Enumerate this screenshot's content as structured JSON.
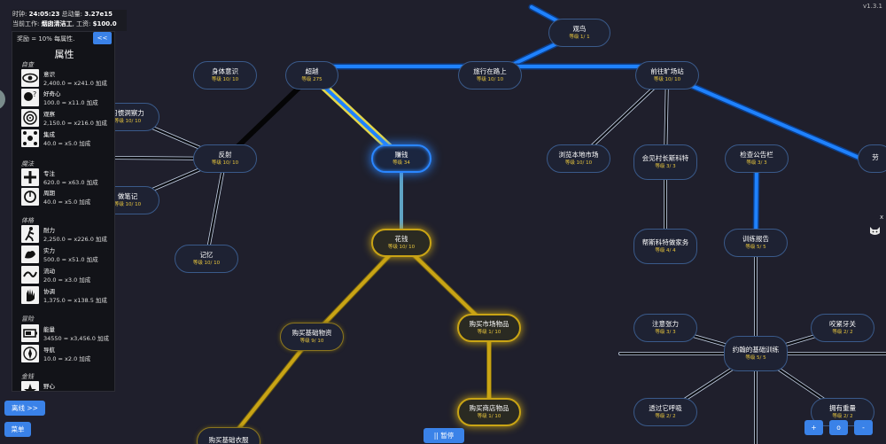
{
  "version": "v1.3.1",
  "header": {
    "time_label": "时钟:",
    "time_value": "24:05:23",
    "total_label": "总动量:",
    "total_value": "3.27e15",
    "job_label": "当前工作:",
    "job_value": "烟囱清洁工",
    "wage_label": "工资:",
    "wage_value": "$100.0"
  },
  "panel": {
    "bonus_text": "奖励 = 10% 每属性.",
    "collapse_label": "<<",
    "title": "属性",
    "categories": [
      {
        "label": "自查"
      },
      {
        "label": "魔法"
      },
      {
        "label": "体格"
      },
      {
        "label": "冒险"
      },
      {
        "label": "金钱"
      }
    ],
    "attributes": [
      {
        "name": "意识",
        "value": "2,400.0 = x241.0 加成",
        "icon": "eye-icon"
      },
      {
        "name": "好奇心",
        "value": "100.0 = x11.0 加成",
        "icon": "question-head-icon"
      },
      {
        "name": "观察",
        "value": "2,150.0 = x216.0 加成",
        "icon": "target-icon"
      },
      {
        "name": "集成",
        "value": "40.0 = x5.0 加成",
        "icon": "integration-icon"
      },
      {
        "name": "专注",
        "value": "620.0 = x63.0 加成",
        "icon": "focus-icon"
      },
      {
        "name": "周期",
        "value": "40.0 = x5.0 加成",
        "icon": "cycle-icon"
      },
      {
        "name": "耐力",
        "value": "2,250.0 = x226.0 加成",
        "icon": "runner-icon"
      },
      {
        "name": "实力",
        "value": "500.0 = x51.0 加成",
        "icon": "muscle-icon"
      },
      {
        "name": "流动",
        "value": "20.0 = x3.0 加成",
        "icon": "wave-icon"
      },
      {
        "name": "协调",
        "value": "1,375.0 = x138.5 加成",
        "icon": "hand-icon"
      },
      {
        "name": "能量",
        "value": "34550 = x3,456.0 加成",
        "icon": "battery-icon"
      },
      {
        "name": "导航",
        "value": "10.0 = x2.0 加成",
        "icon": "compass-icon"
      },
      {
        "name": "野心",
        "value": "",
        "icon": "ambition-icon"
      }
    ]
  },
  "nodes": [
    {
      "id": "guanniao",
      "name": "观鸟",
      "level": "等级 1/ 1"
    },
    {
      "id": "shenti",
      "name": "身体意识",
      "level": "等级 10/ 10"
    },
    {
      "id": "chaoyue",
      "name": "超越",
      "level": "等级 275"
    },
    {
      "id": "lvxing",
      "name": "旅行在路上",
      "level": "等级 10/ 10"
    },
    {
      "id": "qianwang",
      "name": "前往旷场站",
      "level": "等级 10/ 10"
    },
    {
      "id": "xiguan",
      "name": "习惯洞察力",
      "level": "等级 10/ 10"
    },
    {
      "id": "fanshe",
      "name": "反射",
      "level": "等级 10/ 10"
    },
    {
      "id": "zhuanqian",
      "name": "赚钱",
      "level": "等级 34"
    },
    {
      "id": "liulan",
      "name": "浏览本地市场",
      "level": "等级 10/ 10"
    },
    {
      "id": "huijian",
      "name": "会见村长斯科特",
      "level": "等级 3/ 3"
    },
    {
      "id": "jiancha",
      "name": "检查公告栏",
      "level": "等级 3/ 3"
    },
    {
      "id": "laodong",
      "name": "劳",
      "level": ""
    },
    {
      "id": "zuobiji",
      "name": "做笔记",
      "level": "等级 10/ 10"
    },
    {
      "id": "huaqian",
      "name": "花钱",
      "level": "等级 10/ 10"
    },
    {
      "id": "bangsi",
      "name": "帮斯科特做家务",
      "level": "等级 4/ 4"
    },
    {
      "id": "xunlian",
      "name": "训练报告",
      "level": "等级 5/ 5"
    },
    {
      "id": "jiyi",
      "name": "记忆",
      "level": "等级 10/ 10"
    },
    {
      "id": "goumai",
      "name": "购买基础物资",
      "level": "等级 9/ 10"
    },
    {
      "id": "shichang",
      "name": "购买市场物品",
      "level": "等级 1/ 10"
    },
    {
      "id": "zhuyi",
      "name": "注意张力",
      "level": "等级 3/ 3"
    },
    {
      "id": "yuehan",
      "name": "约翰的基础训练",
      "level": "等级 5/ 5"
    },
    {
      "id": "yaojin",
      "name": "咬紧牙关",
      "level": "等级 2/ 2"
    },
    {
      "id": "shangdian",
      "name": "购买商店物品",
      "level": "等级 1/ 10"
    },
    {
      "id": "toutou",
      "name": "透过它呼吸",
      "level": "等级 2/ 2"
    },
    {
      "id": "yongyou",
      "name": "拥有重量",
      "level": "等级 2/ 2"
    },
    {
      "id": "goumai2",
      "name": "购买基础衣服",
      "level": ""
    }
  ],
  "buttons": {
    "leave": "离线 >>",
    "menu": "菜单",
    "pause": "|| 暂停",
    "zoom_in": "+",
    "reset": "o",
    "zoom_out": "-",
    "close": "x"
  },
  "colors": {
    "background": "#1f1f2c",
    "blue_path": "#1f82ff",
    "gold_path": "#c9a415",
    "level_text": "#e7c53d"
  }
}
